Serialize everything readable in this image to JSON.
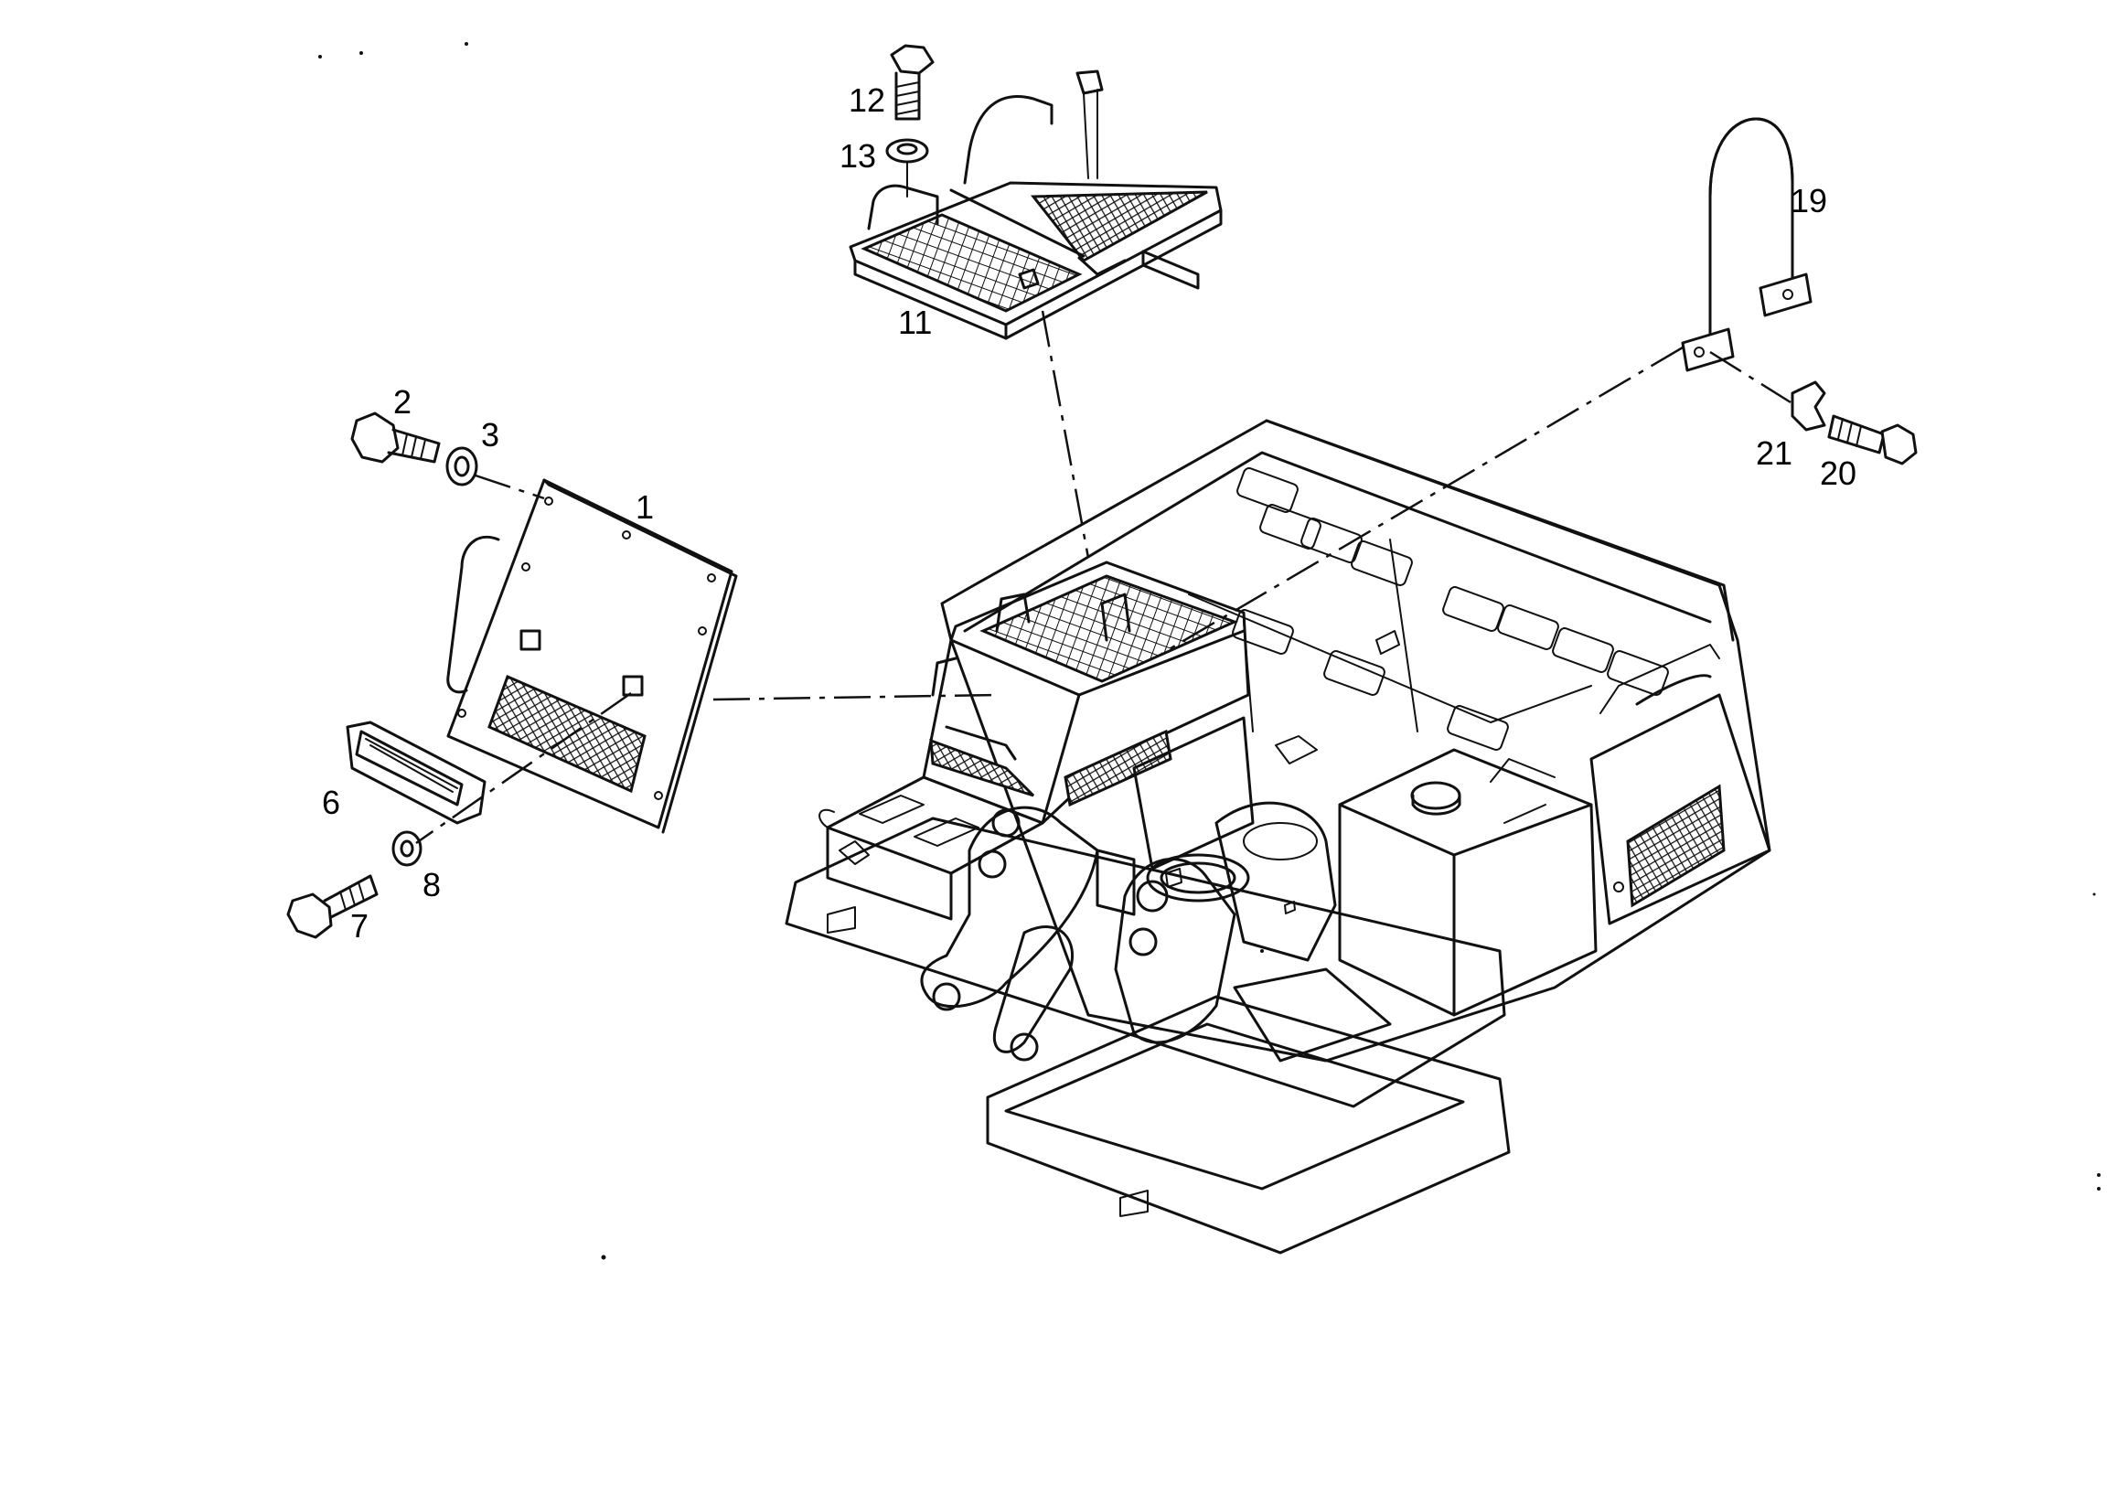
{
  "diagram": {
    "type": "exploded-parts-view",
    "ink_color": "#111111",
    "background": "#ffffff",
    "callouts": {
      "c1": "1",
      "c2": "2",
      "c3": "3",
      "c6": "6",
      "c7": "7",
      "c8": "8",
      "c11": "11",
      "c12": "12",
      "c13": "13",
      "c19": "19",
      "c20": "20",
      "c21": "21"
    }
  }
}
